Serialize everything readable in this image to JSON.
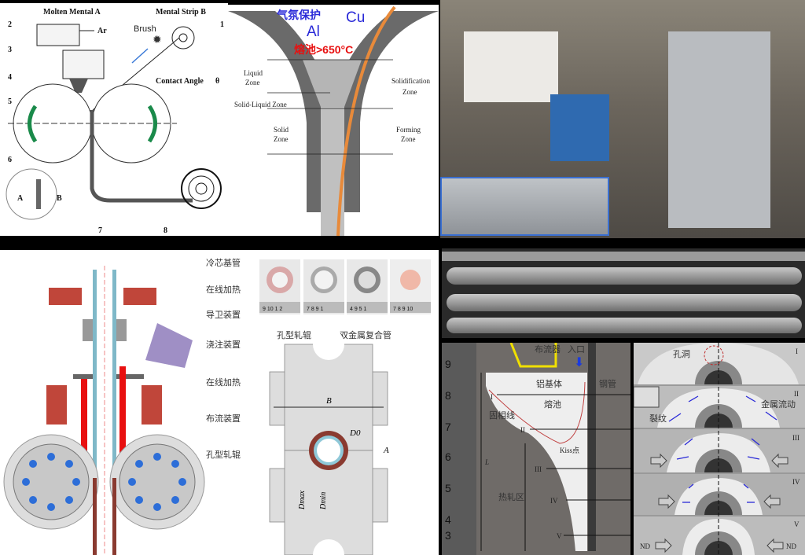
{
  "panel_a": {
    "molten_metal": "Molten Mental A",
    "metal_strip": "Mental Strip B",
    "argon": "Ar",
    "brush": "Brush",
    "contact_angle": "Contact Angle",
    "theta": "θ",
    "numbers": [
      "1",
      "2",
      "3",
      "4",
      "5",
      "6",
      "7",
      "8"
    ],
    "layer_a": "A",
    "layer_b": "B"
  },
  "panel_b": {
    "gas_protection": "气氛保护",
    "al": "Al",
    "cu": "Cu",
    "melt_pool": "熔池>650°C",
    "liquid_zone": [
      "Liquid",
      "Zone"
    ],
    "solid_liquid_zone": "Solid-Liquid Zone",
    "solid_zone": [
      "Solid",
      "Zone"
    ],
    "solidification_zone": [
      "Solidification",
      "Zone"
    ],
    "forming_zone": [
      "Forming",
      "Zone"
    ]
  },
  "panel_d": {
    "labels": [
      "冷芯基管",
      "在线加热",
      "导卫装置",
      "浇注装置",
      "在线加热",
      "布流装置",
      "孔型轧辊"
    ],
    "ruler_ticks": [
      "9 10 1 2",
      "7 8 9 1",
      "4 9 5 1",
      "7 8 9 10"
    ],
    "roll_label": "孔型轧辊",
    "tube_label": "双金属复合管",
    "dim_b": "B",
    "dim_a": "A",
    "dim_d0": "D0",
    "dim_dmax": "Dmax",
    "dim_dmin": "Dmin"
  },
  "panel_f": {
    "distributor": "布流器",
    "inlet": "入口",
    "al_matrix": "铝基体",
    "steel_tube": "钢管",
    "melt_pool": "熔池",
    "solidus": "固相线",
    "kiss_point": "Kiss点",
    "hot_rolling_zone": "热轧区",
    "length": "L",
    "sections": [
      "I",
      "II",
      "III",
      "IV",
      "V"
    ],
    "ruler": [
      "9",
      "8",
      "7",
      "6",
      "5",
      "4",
      "3"
    ]
  },
  "panel_g": {
    "hole": "孔洞",
    "crack": "裂纹",
    "metal_flow": "金属流动",
    "nd": "ND",
    "sections": [
      "I",
      "II",
      "III",
      "IV",
      "V"
    ]
  },
  "colors": {
    "red": "#e81010",
    "blue": "#2a2ad8",
    "copper": "#e88a3a",
    "heater": "#c0463a"
  }
}
